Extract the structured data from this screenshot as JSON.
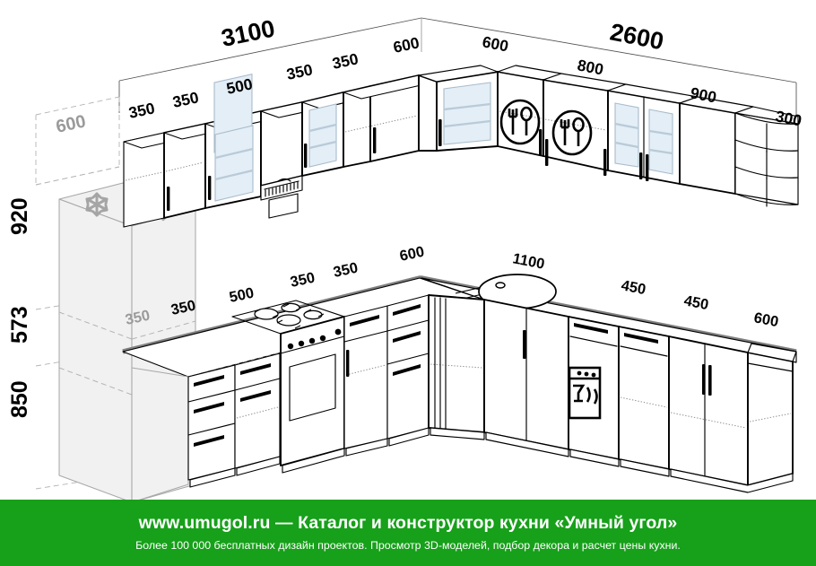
{
  "drawing": {
    "title": "Kitchen layout isometric plan",
    "colors": {
      "outline": "#000000",
      "ghost": "#9a9a9a",
      "countertop": "#808080",
      "glass": "#e3eef7",
      "glass_stroke": "#9fb3c4",
      "banner_green": "#17a01a",
      "banner_text": "#ffffff",
      "dim_dark": "#000000",
      "dim_gray": "#9a9a9a"
    },
    "dimensions": {
      "wall_left_total": "3100",
      "wall_right_total": "2600",
      "depth_ghost": "600",
      "height_upper": "920",
      "height_middle": "573",
      "height_lower": "850",
      "upper_left_segments": [
        "350",
        "350",
        "500",
        "350",
        "350",
        "600"
      ],
      "upper_right_segments": [
        "600",
        "800",
        "900",
        "300"
      ],
      "lower_left_segments": [
        "350",
        "350",
        "500",
        "350",
        "350",
        "600"
      ],
      "lower_right_segments": [
        "1100",
        "450",
        "450",
        "600"
      ],
      "lower_left_ghost": "350"
    },
    "modules": {
      "fridge_label": "refrigerator-column",
      "hood_label": "range-hood",
      "cooktop_label": "gas-cooktop",
      "oven_label": "built-in-oven",
      "sink_label": "round-sink",
      "dishwasher_label": "dishwasher",
      "corner_shelf_label": "open-corner-shelf",
      "dish_rack_label": "dish-rack-cabinet"
    }
  },
  "footer": {
    "line1": "www.umugol.ru  —  Каталог и конструктор кухни «Умный угол»",
    "line2": "Более 100 000 бесплатных дизайн проектов. Просмотр 3D-моделей, подбор декора и расчет цены кухни."
  }
}
